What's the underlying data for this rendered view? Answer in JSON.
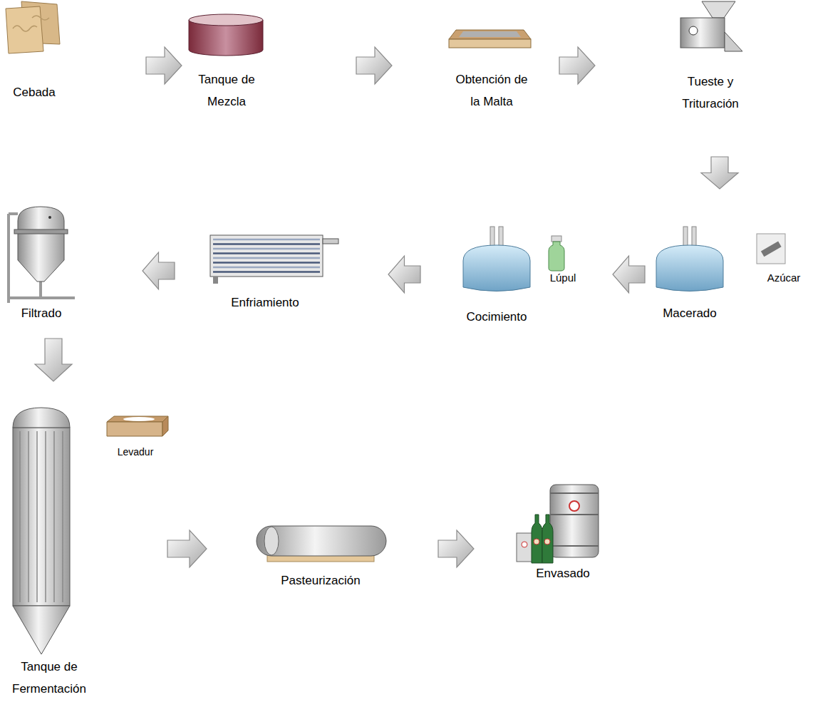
{
  "diagram": {
    "nodes": [
      {
        "text": [
          "Cebada"
        ]
      },
      {
        "text": [
          "Tanque de Mezcla"
        ]
      },
      {
        "text": [
          "Obtención de la Malta"
        ]
      },
      {
        "text": [
          "Tueste y Trituración"
        ]
      },
      {
        "text": [
          "Macerado"
        ]
      },
      {
        "text": [
          "Cocimiento"
        ]
      },
      {
        "text": [
          "Enfriamiento"
        ]
      },
      {
        "text": [
          "Filtrado"
        ]
      },
      {
        "text": [
          "Tanque de Fermentación"
        ]
      },
      {
        "text": [
          "Pasteurización"
        ]
      },
      {
        "text": [
          "Envasado"
        ]
      }
    ],
    "edges": [
      {
        "from": 0,
        "to": 1,
        "arrow": "to"
      },
      {
        "from": 1,
        "to": 2,
        "arrow": "to"
      },
      {
        "from": 2,
        "to": 3,
        "arrow": "to"
      },
      {
        "from": 3,
        "to": 4,
        "arrow": "to"
      },
      {
        "from": 4,
        "to": 5,
        "arrow": "to"
      },
      {
        "from": 5,
        "to": 6,
        "arrow": "to"
      },
      {
        "from": 6,
        "to": 7,
        "arrow": "to"
      },
      {
        "from": 7,
        "to": 8,
        "arrow": "to"
      },
      {
        "from": 8,
        "to": 9,
        "arrow": "to"
      },
      {
        "from": 9,
        "to": 10,
        "arrow": "to"
      }
    ],
    "labels": [
      "Lúpul",
      "Azúcar",
      "Levadur"
    ]
  }
}
